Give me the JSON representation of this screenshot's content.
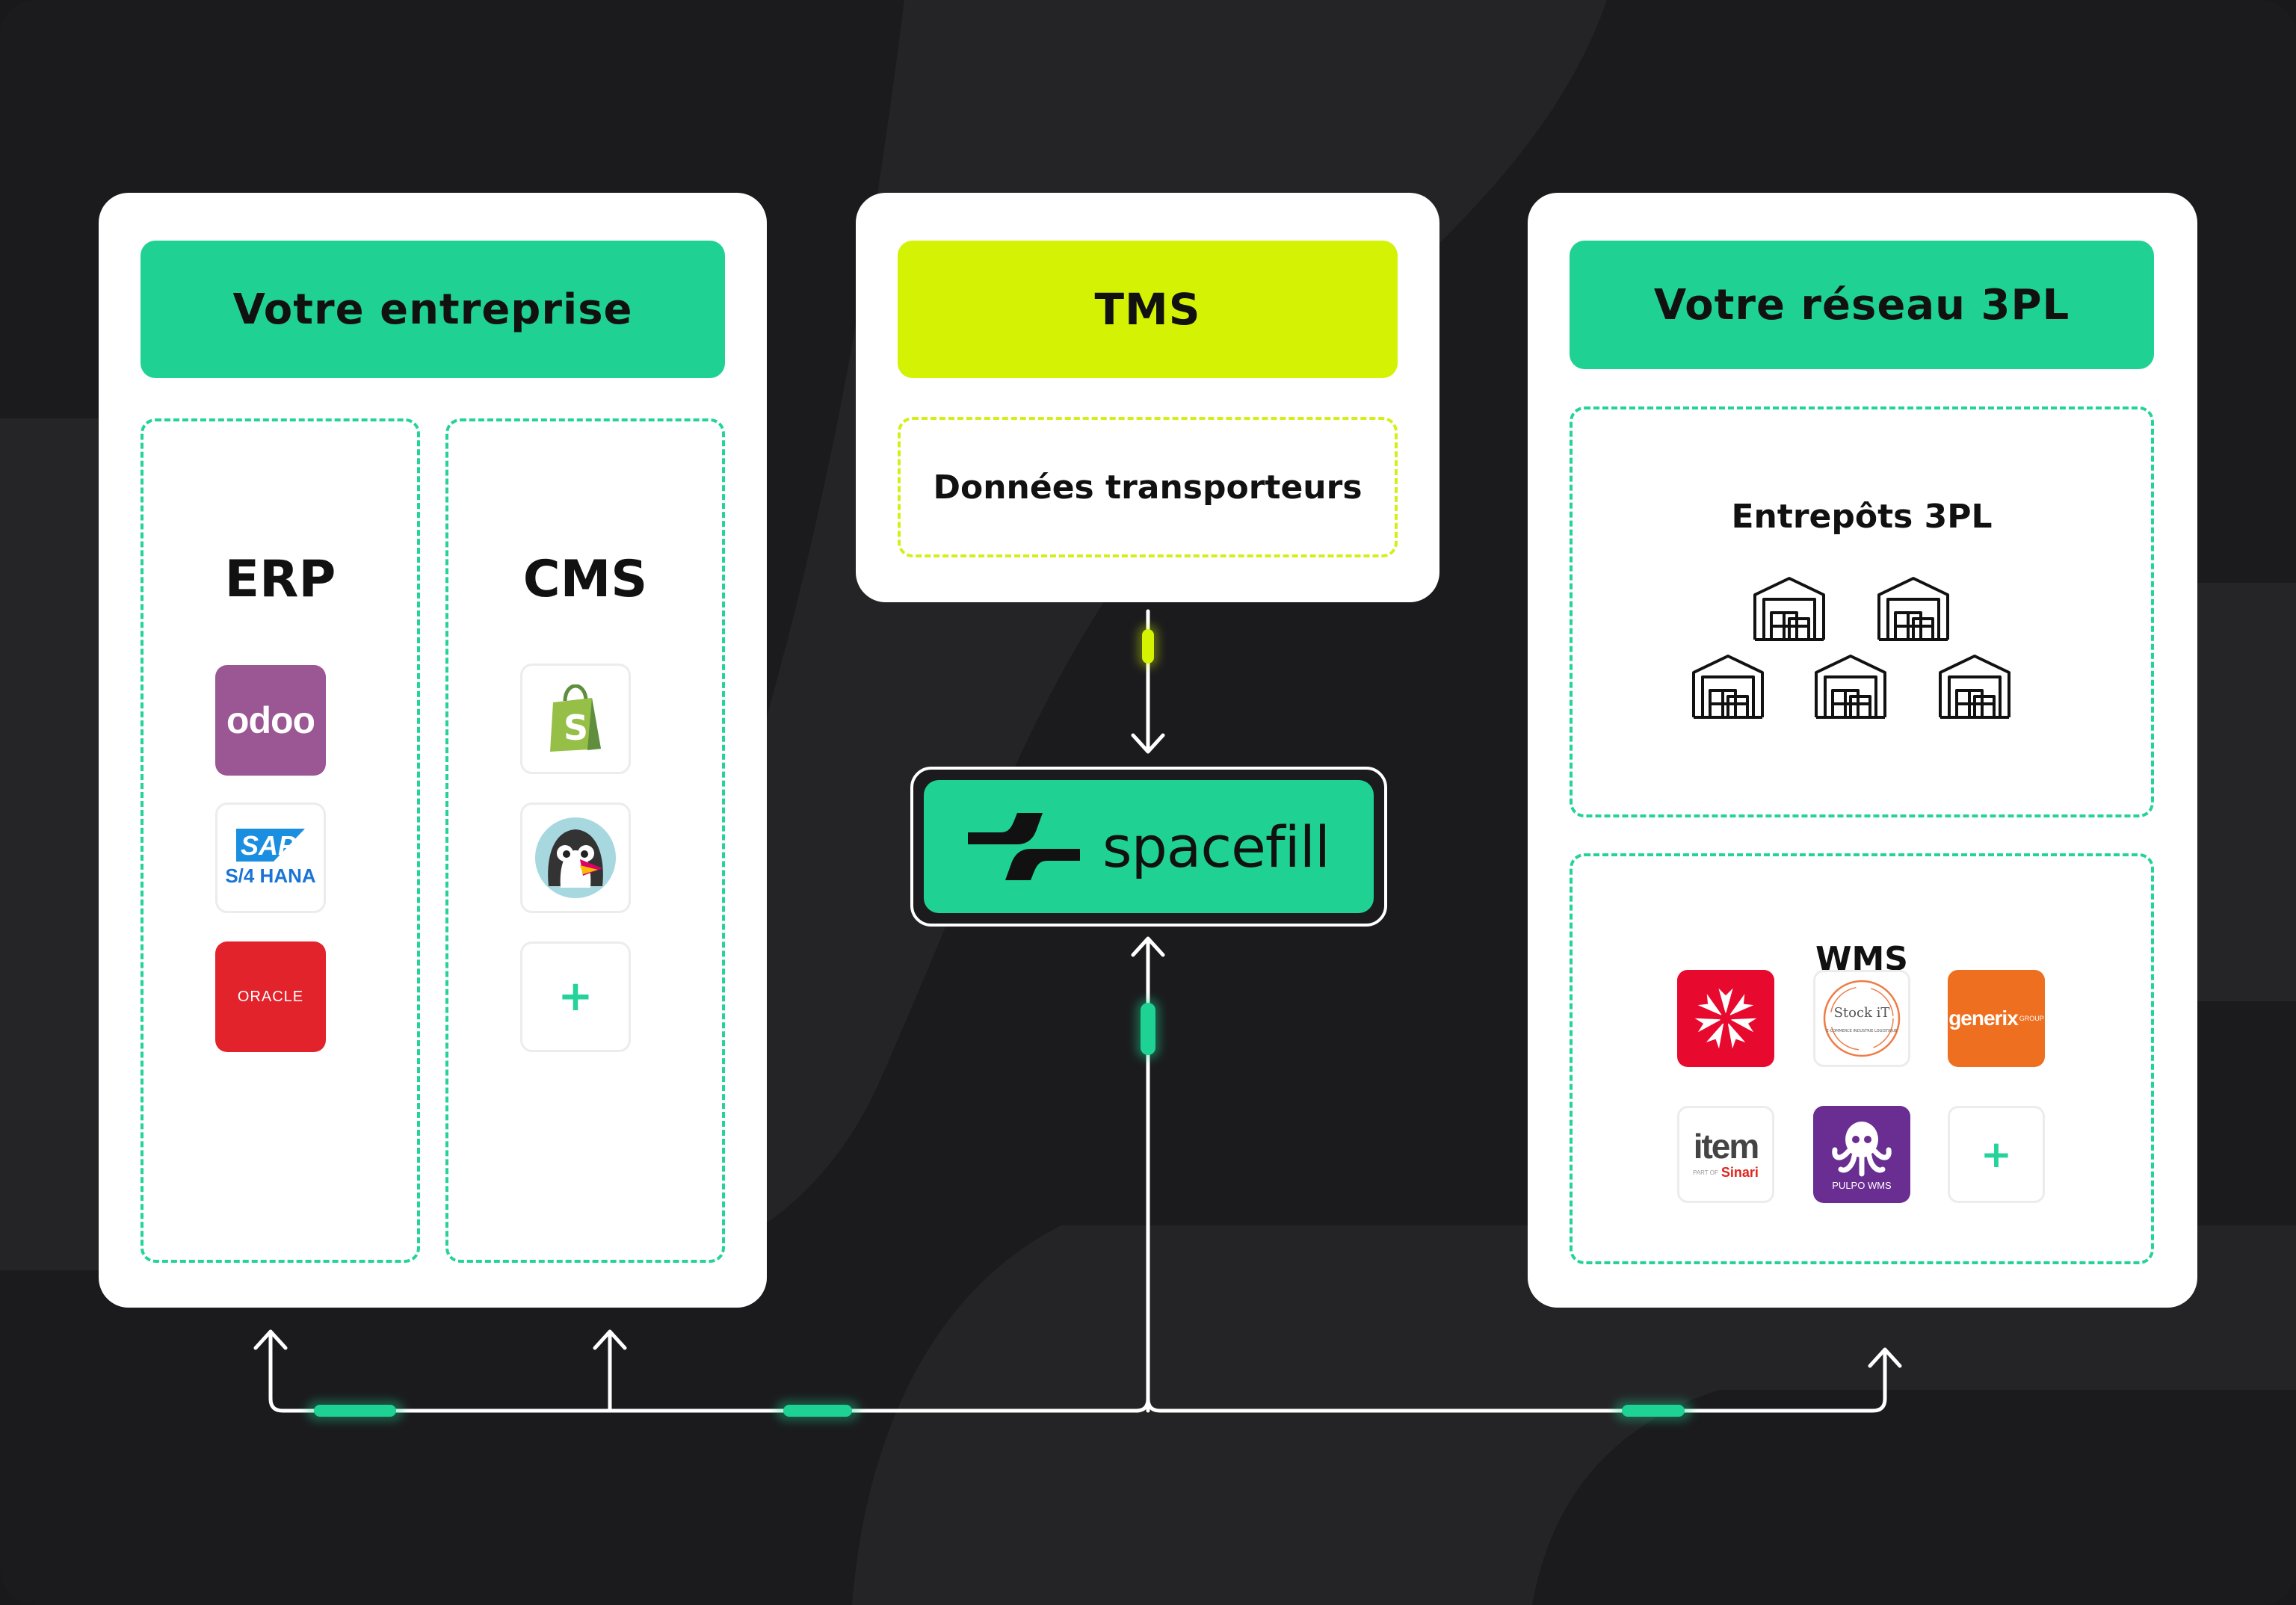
{
  "colors": {
    "background": "#1b1b1d",
    "green": "#1fd294",
    "lime": "#d4f203",
    "panel": "#ffffff"
  },
  "left": {
    "header": "Votre entreprise",
    "erp": {
      "title": "ERP",
      "logos": [
        {
          "icon": "odoo-logo",
          "text": "odoo"
        },
        {
          "icon": "sap-logo",
          "text": "SAP",
          "subtext": "S/4 HANA"
        },
        {
          "icon": "oracle-logo",
          "text": "ORACLE"
        }
      ]
    },
    "cms": {
      "title": "CMS",
      "logos": [
        {
          "icon": "shopify-logo"
        },
        {
          "icon": "prestashop-logo"
        },
        {
          "icon": "plus-icon",
          "text": "+"
        }
      ]
    }
  },
  "middle": {
    "header": "TMS",
    "box": "Données transporteurs",
    "brand": "spacefill"
  },
  "right": {
    "header": "Votre réseau 3PL",
    "warehouses": {
      "title": "Entrepôts 3PL",
      "icon": "warehouse-icon",
      "count": 5
    },
    "wms": {
      "title": "WMS",
      "logos": [
        {
          "icon": "flower-logo"
        },
        {
          "icon": "stockit-logo",
          "text": "Stock iT",
          "subtext": "E-COMMERCE INDUSTRIE LOGISTIQUE"
        },
        {
          "icon": "generix-logo",
          "text": "generix",
          "subtext": "GROUP"
        },
        {
          "icon": "item-logo",
          "text": "item",
          "prefix": "PART OF",
          "subtext": "Sinari"
        },
        {
          "icon": "pulpo-logo",
          "text": "PULPO WMS"
        },
        {
          "icon": "plus-icon",
          "text": "+"
        }
      ]
    }
  }
}
